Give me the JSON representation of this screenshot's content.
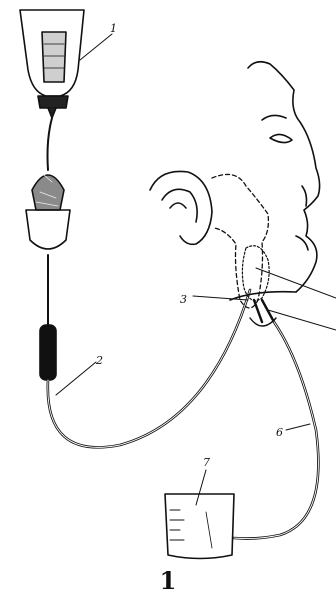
{
  "figure": {
    "caption": "1",
    "labels": {
      "bottle": "1",
      "tube_in": "2",
      "catheter": "3",
      "tube_out": "6",
      "jar": "7"
    }
  }
}
